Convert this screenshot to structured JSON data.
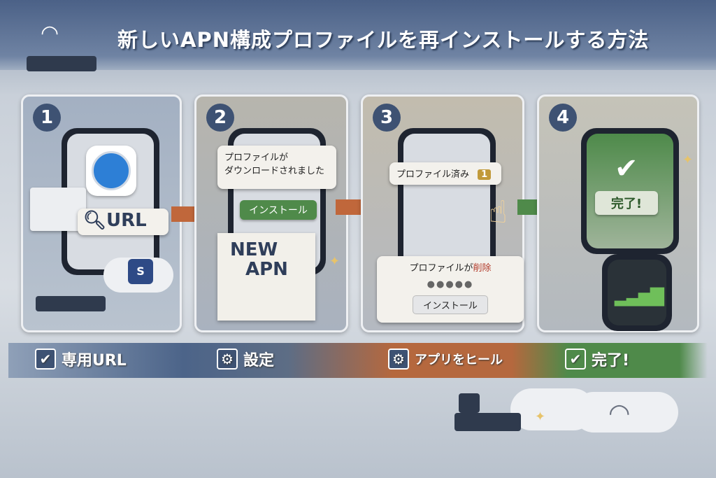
{
  "title": "新しいAPN構成プロファイルを再インストールする方法",
  "steps": [
    {
      "number": "1",
      "search_label": "URL",
      "cloud_badge": "S"
    },
    {
      "number": "2",
      "bubble_line1": "プロファイルが",
      "bubble_line2": "ダウンロードされました",
      "install_button": "インストール",
      "doc_line1": "NEW",
      "doc_line2": "APN"
    },
    {
      "number": "3",
      "notice": "プロファイル済み",
      "badge": "1",
      "removed_prefix": "プロファイルが",
      "removed_word": "削除",
      "install_button": "インストール"
    },
    {
      "number": "4",
      "done_button": "完了!"
    }
  ],
  "flow": [
    {
      "label": "専用URL",
      "icon": "check-icon",
      "color": "#4c6489"
    },
    {
      "label": "設定",
      "icon": "gear-icon",
      "color": "#5d6d85"
    },
    {
      "label": "アプリをヒール",
      "icon": "gear-icon",
      "color": "#b5683e"
    },
    {
      "label": "完了!",
      "icon": "check-icon",
      "color": "#4f8a4a"
    }
  ],
  "colors": {
    "header": "#4b6187",
    "green": "#4f8a4a",
    "orange": "#c0673b",
    "navy": "#3e5273"
  }
}
